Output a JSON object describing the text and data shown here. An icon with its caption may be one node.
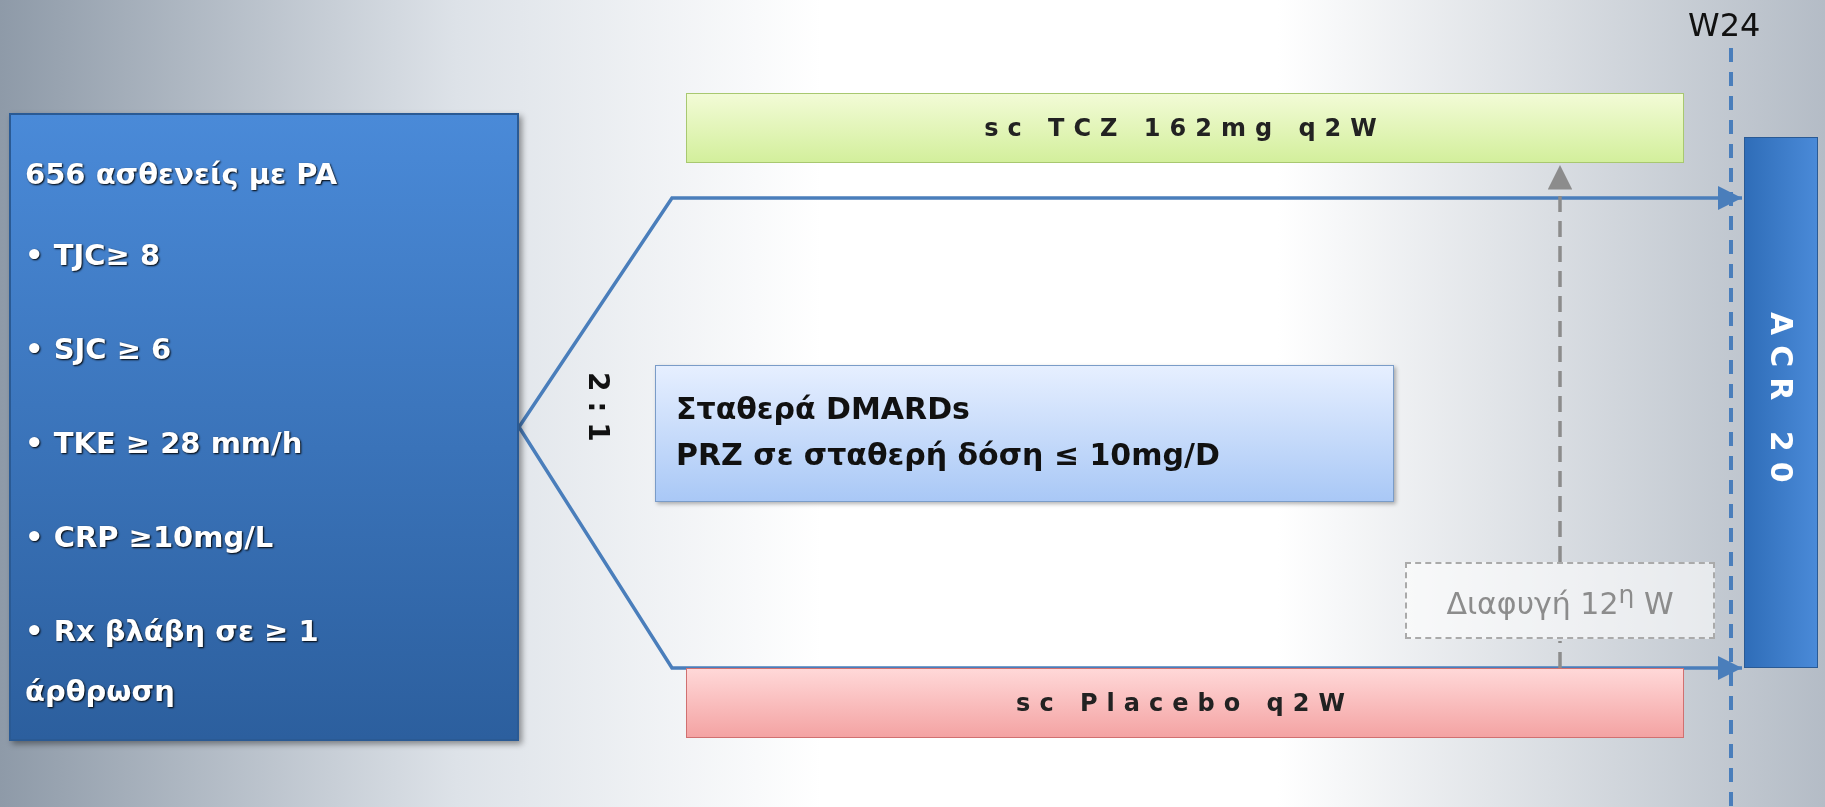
{
  "diagram": {
    "nodes": [
      {
        "text": [
          "656 ασθενείς με PA",
          "• TJC≥ 8",
          "• SJC ≥ 6",
          "• TKE ≥ 28 mm/h",
          "• CRP ≥10mg/L",
          "• Rx βλάβη σε ≥ 1 άρθρωση"
        ]
      },
      {
        "text": [
          "sc TCZ 162mg q2W"
        ]
      },
      {
        "text": [
          "Σταθερά DMARDs",
          "PRZ σε σταθερή δόση ≤ 10mg/D"
        ]
      },
      {
        "text": [
          "Διαφυγή 12$^{η}$ W"
        ]
      },
      {
        "text": [
          "sc Placebo q2W"
        ]
      },
      {
        "text": [
          "ACR 20"
        ]
      }
    ],
    "edges": [
      {
        "from": 0,
        "to": 5,
        "arrow": "to"
      },
      {
        "from": 0,
        "to": 5,
        "arrow": "to"
      },
      {
        "from": 4,
        "to": 3,
        "arrow": "none",
        "style": "dashed",
        "color": "#8c8c8c"
      },
      {
        "from": 3,
        "to": 1,
        "arrow": "to",
        "style": "dashed",
        "color": "#8c8c8c"
      }
    ],
    "labels": [
      "2 : 1",
      "W24"
    ]
  }
}
